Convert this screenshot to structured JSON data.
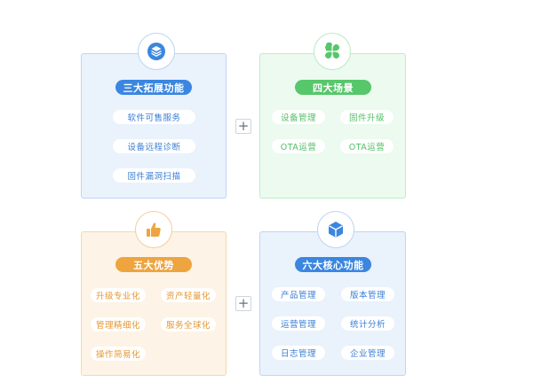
{
  "plus_symbol": "+",
  "cards": {
    "extend": {
      "title": "三大拓展功能",
      "icon": "layers-icon",
      "color": "#3a86e0",
      "tags": [
        "软件可售服务",
        "设备远程诊断",
        "固件漏洞扫描"
      ]
    },
    "scenes": {
      "title": "四大场景",
      "icon": "clover-icon",
      "color": "#56c76a",
      "tags": [
        "设备管理",
        "固件升级",
        "OTA运营",
        "OTA运营"
      ]
    },
    "advantages": {
      "title": "五大优势",
      "icon": "thumbs-up-icon",
      "color": "#eea43f",
      "tags": [
        "升级专业化",
        "资产轻量化",
        "管理精细化",
        "服务全球化",
        "操作简易化"
      ]
    },
    "core": {
      "title": "六大核心功能",
      "icon": "cube-icon",
      "color": "#3a86e0",
      "tags": [
        "产品管理",
        "版本管理",
        "运营管理",
        "统计分析",
        "日志管理",
        "企业管理"
      ]
    }
  }
}
